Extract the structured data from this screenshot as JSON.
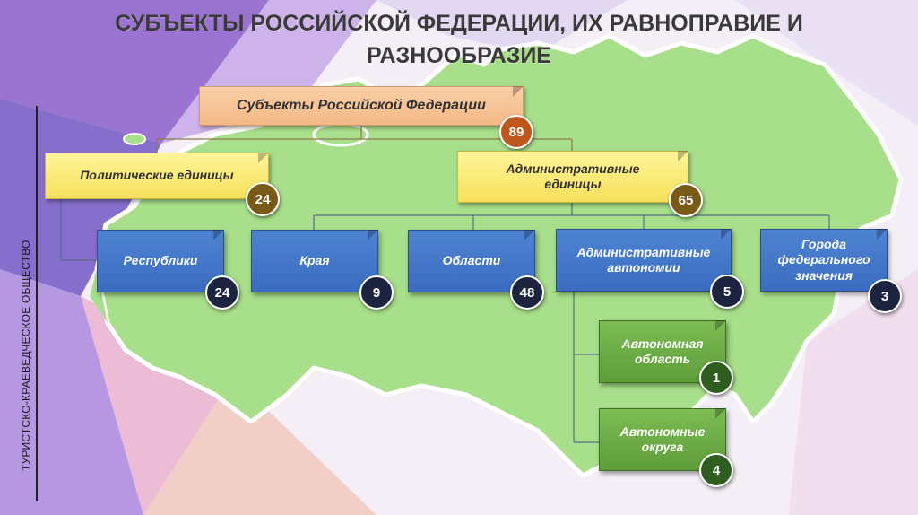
{
  "slide": {
    "title_line1": "СУБЪЕКТЫ РОССИЙСКОЙ ФЕДЕРАЦИИ, ИХ РАВНОПРАВИЕ И",
    "title_line2": "РАЗНООБРАЗИЕ",
    "side_text": "ТУРИСТСКО-КРАЕВЕДЧЕСКОЕ ОБЩЕСТВО"
  },
  "colors": {
    "map": "#a8df8a",
    "root_box": "#f5c196",
    "yellow_box": "#fbe874",
    "blue_box": "#4474c8",
    "green_box": "#6cab45"
  },
  "nodes": {
    "root": {
      "label": "Субъекты Российской Федерации",
      "count": "89"
    },
    "political": {
      "label": "Политические единицы",
      "count": "24"
    },
    "administrative": {
      "label": "Административные единицы",
      "count": "65"
    },
    "republics": {
      "label": "Республики",
      "count": "24"
    },
    "krais": {
      "label": "Края",
      "count": "9"
    },
    "oblasts": {
      "label": "Области",
      "count": "48"
    },
    "admin_autonomies": {
      "label": "Административные автономии",
      "count": "5"
    },
    "federal_cities": {
      "label": "Города федерального значения",
      "count": "3"
    },
    "autonomous_oblast": {
      "label": "Автономная область",
      "count": "1"
    },
    "autonomous_okrugs": {
      "label": "Автономные округа",
      "count": "4"
    }
  }
}
